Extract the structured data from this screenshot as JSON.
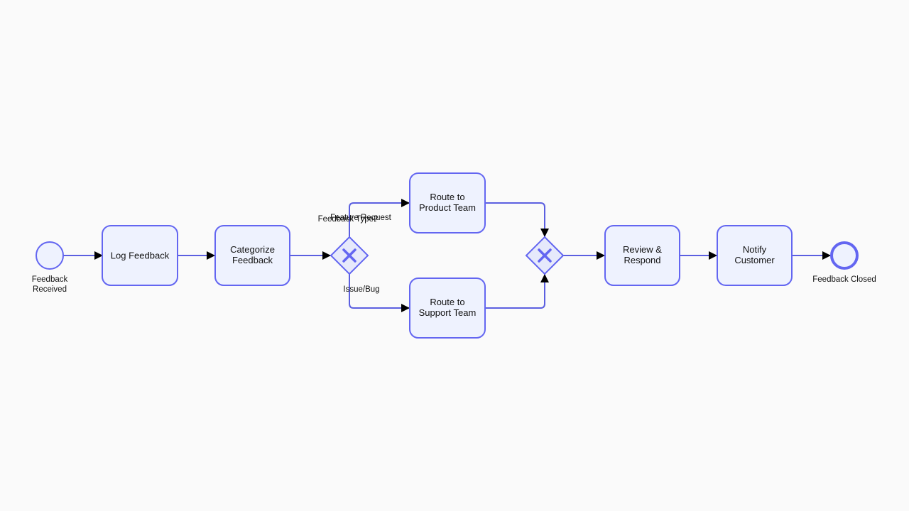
{
  "colors": {
    "accent": "#6366f1",
    "task_fill": "#eef2fe",
    "gateway_fill": "#e6e9fb",
    "background": "#fafafa",
    "arrow": "#000000"
  },
  "start_event": {
    "label_line1": "Feedback",
    "label_line2": "Received"
  },
  "end_event": {
    "label": "Feedback Closed"
  },
  "tasks": {
    "log": {
      "line1": "Log Feedback"
    },
    "categorize": {
      "line1": "Categorize",
      "line2": "Feedback"
    },
    "product": {
      "line1": "Route to",
      "line2": "Product Team"
    },
    "support": {
      "line1": "Route to",
      "line2": "Support Team"
    },
    "review": {
      "line1": "Review &",
      "line2": "Respond"
    },
    "notify": {
      "line1": "Notify",
      "line2": "Customer"
    }
  },
  "gateways": {
    "split": {
      "label": "Feedback Type?",
      "icon": "x-icon"
    },
    "merge": {
      "label": "",
      "icon": "x-icon"
    }
  },
  "flows": {
    "feature": {
      "label": "Feature Request"
    },
    "bug": {
      "label": "Issue/Bug"
    }
  }
}
